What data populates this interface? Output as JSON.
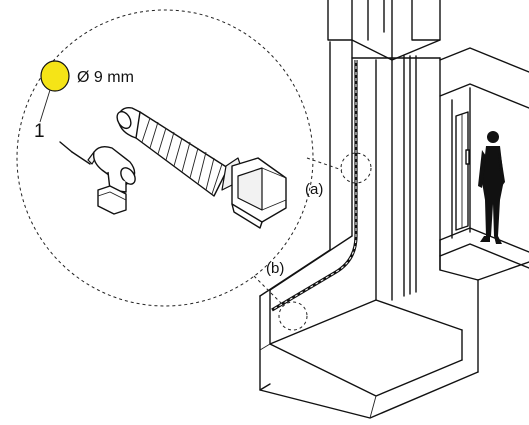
{
  "labels": {
    "diameter": "Ø 9 mm",
    "item_number": "1",
    "callout_a": "(a)",
    "callout_b": "(b)"
  },
  "colors": {
    "marker_yellow": "#f5e417",
    "line": "#111111",
    "shade": "#f2f2f2"
  }
}
